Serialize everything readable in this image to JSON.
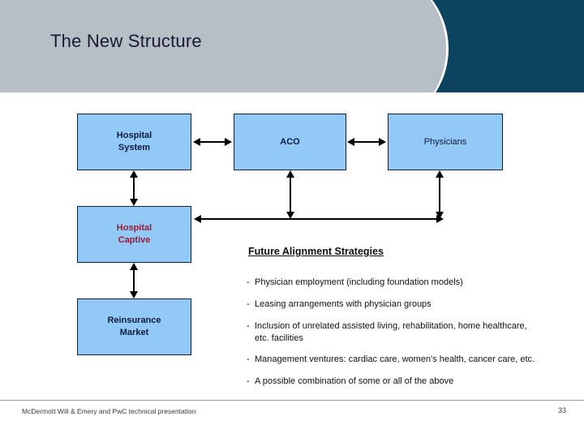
{
  "slide": {
    "title": "The New Structure",
    "page_number": "33",
    "footer": "McDermott Will & Emery and PwC technical presentation"
  },
  "theme": {
    "header_navy": "#0c4460",
    "header_gray": "#b6bfc6",
    "box_fill": "#93c9f7",
    "box_border": "#14213d",
    "box_text": "#0d1b3e",
    "highlight_text": "#9a1b33",
    "connector": "#000000",
    "footer_rule": "#9a9a9a"
  },
  "diagram": {
    "nodes": [
      {
        "id": "hospital-system",
        "label": "Hospital\nSystem"
      },
      {
        "id": "aco",
        "label": "ACO"
      },
      {
        "id": "physicians",
        "label": "Physicians"
      },
      {
        "id": "hospital-captive",
        "label": "Hospital\nCaptive"
      },
      {
        "id": "reinsurance",
        "label": "Reinsurance\nMarket"
      }
    ],
    "node_labels": {
      "hospital_system_line1": "Hospital",
      "hospital_system_line2": "System",
      "aco": "ACO",
      "physicians": "Physicians",
      "hospital_captive_line1": "Hospital",
      "hospital_captive_line2": "Captive",
      "reinsurance_line1": "Reinsurance",
      "reinsurance_line2": "Market"
    },
    "connectors": [
      {
        "from": "hospital-system",
        "to": "aco",
        "style": "double-headed-horizontal"
      },
      {
        "from": "aco",
        "to": "physicians",
        "style": "double-headed-horizontal"
      },
      {
        "from": "hospital-system",
        "to": "hospital-captive",
        "style": "double-headed-vertical"
      },
      {
        "from": "hospital-captive",
        "to": "reinsurance",
        "style": "double-headed-vertical"
      },
      {
        "from": "aco",
        "to": "bus",
        "style": "double-headed-vertical"
      },
      {
        "from": "physicians",
        "to": "bus",
        "style": "double-headed-vertical"
      },
      {
        "from": "hospital-captive",
        "to": "bus",
        "style": "double-headed-horizontal-bus"
      }
    ]
  },
  "strategies": {
    "heading": "Future Alignment Strategies",
    "dash": "-",
    "items": [
      "Physician employment (including foundation models)",
      "Leasing arrangements with physician groups",
      "Inclusion of unrelated assisted living, rehabilitation, home healthcare, etc. facilities",
      "Management ventures: cardiac care, women's health, cancer care, etc.",
      "A possible combination of some or all of the above"
    ]
  }
}
